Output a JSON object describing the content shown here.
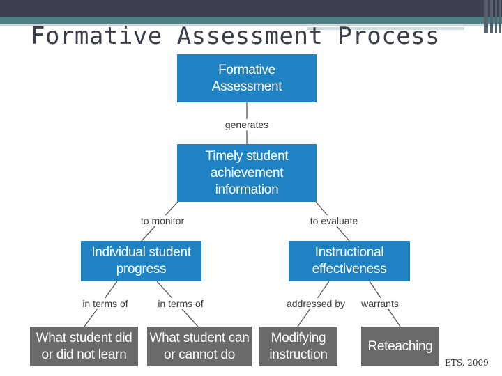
{
  "title": "Formative Assessment Process",
  "credit": "ETS, 2009",
  "nodes": {
    "formative": "Formative\nAssessment",
    "timely": "Timely student\nachievement\ninformation",
    "individual": "Individual student\nprogress",
    "instructional": "Instructional\neffectiveness",
    "did": "What student did\nor did not learn",
    "can": "What student can\nor cannot do",
    "modifying": "Modifying\ninstruction",
    "reteaching": "Reteaching"
  },
  "labels": {
    "generates": "generates",
    "monitor": "to monitor",
    "evaluate": "to evaluate",
    "terms1": "in terms of",
    "terms2": "in terms of",
    "addressed": "addressed by",
    "warrants": "warrants"
  },
  "colors": {
    "blue_box": "#1f82c3",
    "gray_box": "#696a6c",
    "header_dark": "#3b3f4f",
    "header_teal": "#4f7f86"
  }
}
